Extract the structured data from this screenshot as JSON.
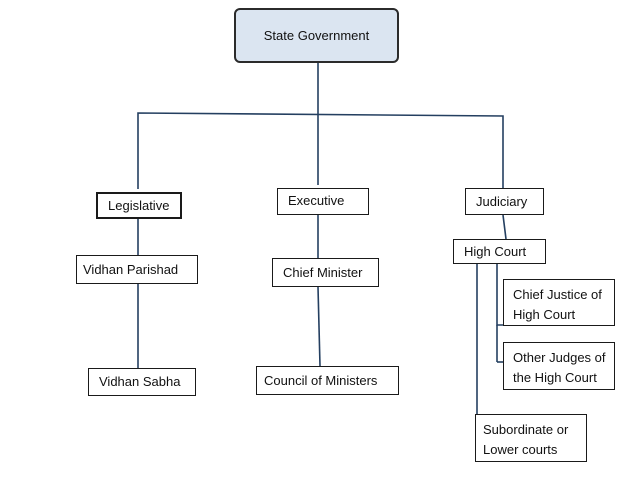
{
  "root": {
    "label": "State Government"
  },
  "branches": {
    "legislative": "Legislative",
    "executive": "Executive",
    "judiciary": "Judiciary"
  },
  "legislative": {
    "upper": "Vidhan Parishad",
    "lower": "Vidhan Sabha"
  },
  "executive": {
    "head": "Chief Minister",
    "council": "Council of Ministers"
  },
  "judiciary": {
    "high_court": "High  Court",
    "chief_justice": "Chief Justice of High Court",
    "other_judges": "Other Judges of the High Court",
    "subordinate": "Subordinate or Lower courts"
  },
  "colors": {
    "connector": "#243f60",
    "root_fill": "#dbe5f1",
    "border": "#1a1a1a"
  }
}
